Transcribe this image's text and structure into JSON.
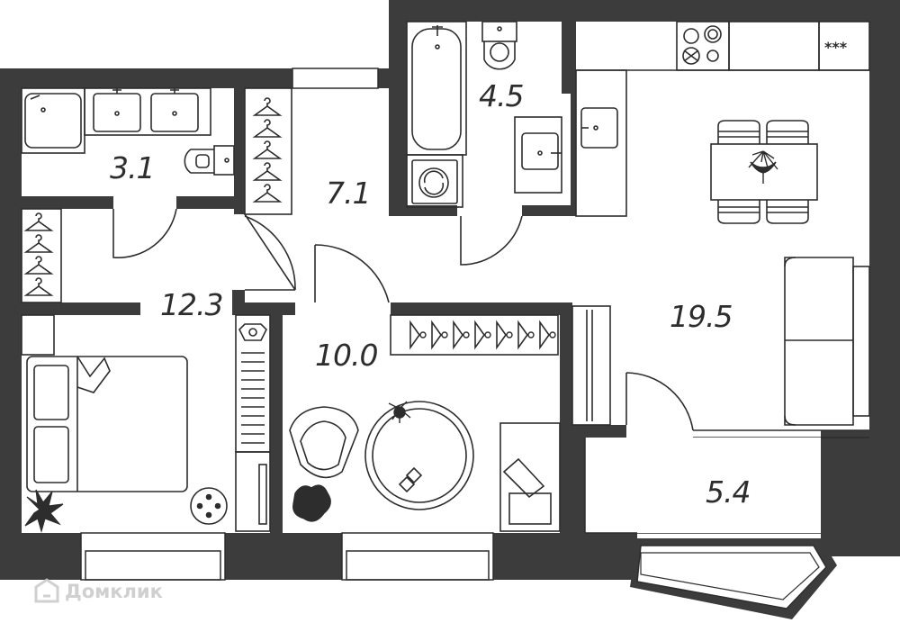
{
  "rooms": {
    "bathroom_small": "3.1",
    "bathroom_large": "4.5",
    "corridor": "7.1",
    "hall": "12.3",
    "living_kitchen": "19.5",
    "bedroom": "10.0",
    "balcony": "5.4"
  },
  "watermark": "Домклик",
  "colors": {
    "wall": "#3c3c3c",
    "line": "#2d2d2d",
    "background": "#ffffff"
  }
}
